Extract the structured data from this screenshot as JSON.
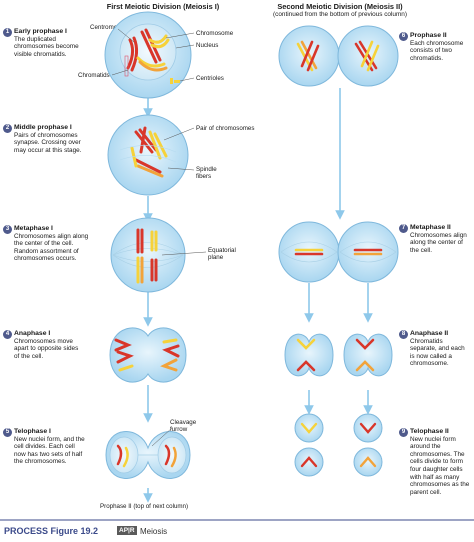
{
  "columns": {
    "left_title": "First Meiotic Division (Meiosis I)",
    "right_title": "Second Meiotic Division (Meiosis II)",
    "right_subtitle": "(continued from the bottom of previous column)"
  },
  "steps_left": [
    {
      "num": "1",
      "title": "Early prophase I",
      "desc": "The duplicated chromosomes become visible chromatids."
    },
    {
      "num": "2",
      "title": "Middle prophase I",
      "desc": "Pairs of chromosomes synapse. Crossing over may occur at this stage."
    },
    {
      "num": "3",
      "title": "Metaphase I",
      "desc": "Chromosomes align along the center of the cell. Random assortment of chromosomes occurs."
    },
    {
      "num": "4",
      "title": "Anaphase I",
      "desc": "Chromosomes move apart to opposite sides of the cell."
    },
    {
      "num": "5",
      "title": "Telophase I",
      "desc": "New nuclei form, and the cell divides. Each cell now has two sets of half the chromosomes."
    }
  ],
  "steps_right": [
    {
      "num": "6",
      "title": "Prophase II",
      "desc": "Each chromosome consists of two chromatids."
    },
    {
      "num": "7",
      "title": "Metaphase II",
      "desc": "Chromosomes align along the center of the cell."
    },
    {
      "num": "8",
      "title": "Anaphase II",
      "desc": "Chromatids separate, and each is now called a chromosome."
    },
    {
      "num": "9",
      "title": "Telophase II",
      "desc": "New nuclei form around the chromosomes. The cells divide to form four daughter cells with half as many chromosomes as the parent cell."
    }
  ],
  "labels": {
    "centromere": "Centromere",
    "chromosome": "Chromosome",
    "nucleus": "Nucleus",
    "chromatids": "Chromatids",
    "centrioles": "Centrioles",
    "pair": "Pair of chromosomes",
    "spindle": "Spindle fibers",
    "equatorial": "Equatorial plane",
    "cleavage": "Cleavage furrow",
    "prophase_next": "Prophase II (top of next column)"
  },
  "caption": {
    "figure": "PROCESS Figure 19.2",
    "apr": "AP|R",
    "title": "Meiosis"
  },
  "colors": {
    "cell_fill": "#cfe8f6",
    "cell_edge": "#7fb8dc",
    "red": "#d9362a",
    "orange": "#f2a33a",
    "yellow": "#f6d23a",
    "arrow": "#8ec8ea",
    "badge": "#4f5a8c"
  }
}
